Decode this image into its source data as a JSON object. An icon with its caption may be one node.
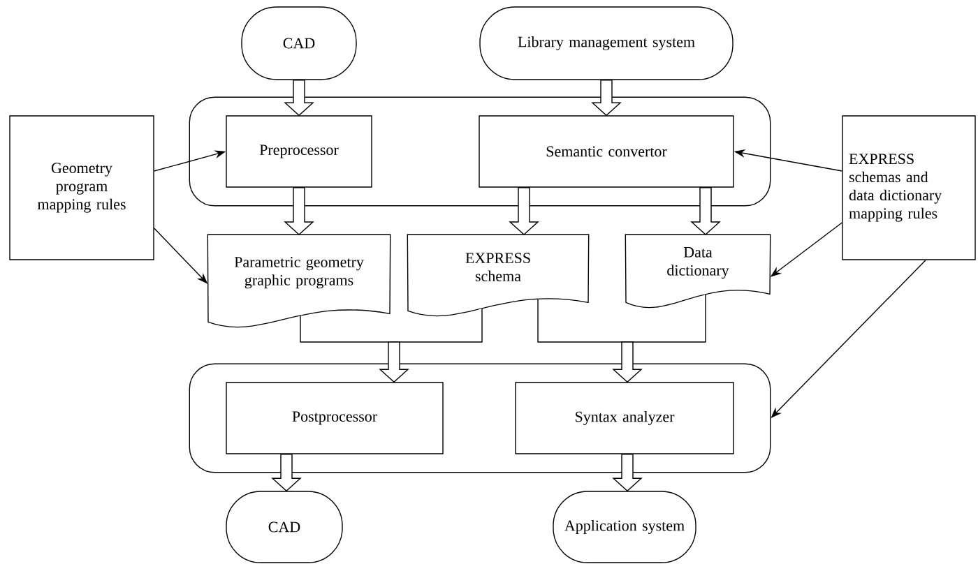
{
  "diagram": {
    "nodes": [
      {
        "text": [
          "CAD"
        ]
      },
      {
        "text": [
          "Library management system"
        ]
      },
      {
        "text": [],
        "shape": "box"
      },
      {
        "text": [
          "Preprocessor"
        ],
        "in": 2
      },
      {
        "text": [
          "Semantic convertor"
        ],
        "in": 2
      },
      {
        "text": [
          "Geometry program mapping rules"
        ]
      },
      {
        "text": [
          "EXPRESS schemas and data dictionary mapping rules"
        ]
      },
      {
        "text": [
          "Parametric geometry graphic programs"
        ]
      },
      {
        "text": [
          "EXPRESS schema"
        ]
      },
      {
        "text": [
          "Data dictionary"
        ]
      },
      {
        "text": [],
        "shape": "box"
      },
      {
        "text": [
          "Postprocessor"
        ],
        "in": 10
      },
      {
        "text": [
          "Syntax analyzer"
        ],
        "in": 10
      },
      {
        "text": [
          "CAD"
        ]
      },
      {
        "text": [
          "Application system"
        ]
      }
    ],
    "edges": [
      {
        "from": 0,
        "to": 3,
        "arrow": "to",
        "style": "thick"
      },
      {
        "from": 1,
        "to": 4,
        "arrow": "to",
        "style": "thick"
      },
      {
        "from": 5,
        "to": 3,
        "arrow": "to"
      },
      {
        "from": 6,
        "to": 4,
        "arrow": "to"
      },
      {
        "from": 3,
        "to": 7,
        "arrow": "to",
        "style": "thick"
      },
      {
        "from": 4,
        "to": 8,
        "arrow": "to",
        "style": "thick"
      },
      {
        "from": 4,
        "to": 9,
        "arrow": "to",
        "style": "thick"
      },
      {
        "from": 5,
        "to": 7,
        "arrow": "to"
      },
      {
        "from": 6,
        "to": 9,
        "arrow": "to"
      },
      {
        "from": 7,
        "to": 11,
        "arrow": "to",
        "style": "thick"
      },
      {
        "from": 8,
        "to": 11,
        "arrow": "to",
        "style": "thick"
      },
      {
        "from": 8,
        "to": 12,
        "arrow": "to",
        "style": "thick"
      },
      {
        "from": 9,
        "to": 12,
        "arrow": "to",
        "style": "thick"
      },
      {
        "from": 6,
        "to": 10,
        "arrow": "to"
      },
      {
        "from": 11,
        "to": 13,
        "arrow": "to",
        "style": "thick"
      },
      {
        "from": 12,
        "to": 14,
        "arrow": "to",
        "style": "thick"
      }
    ]
  }
}
